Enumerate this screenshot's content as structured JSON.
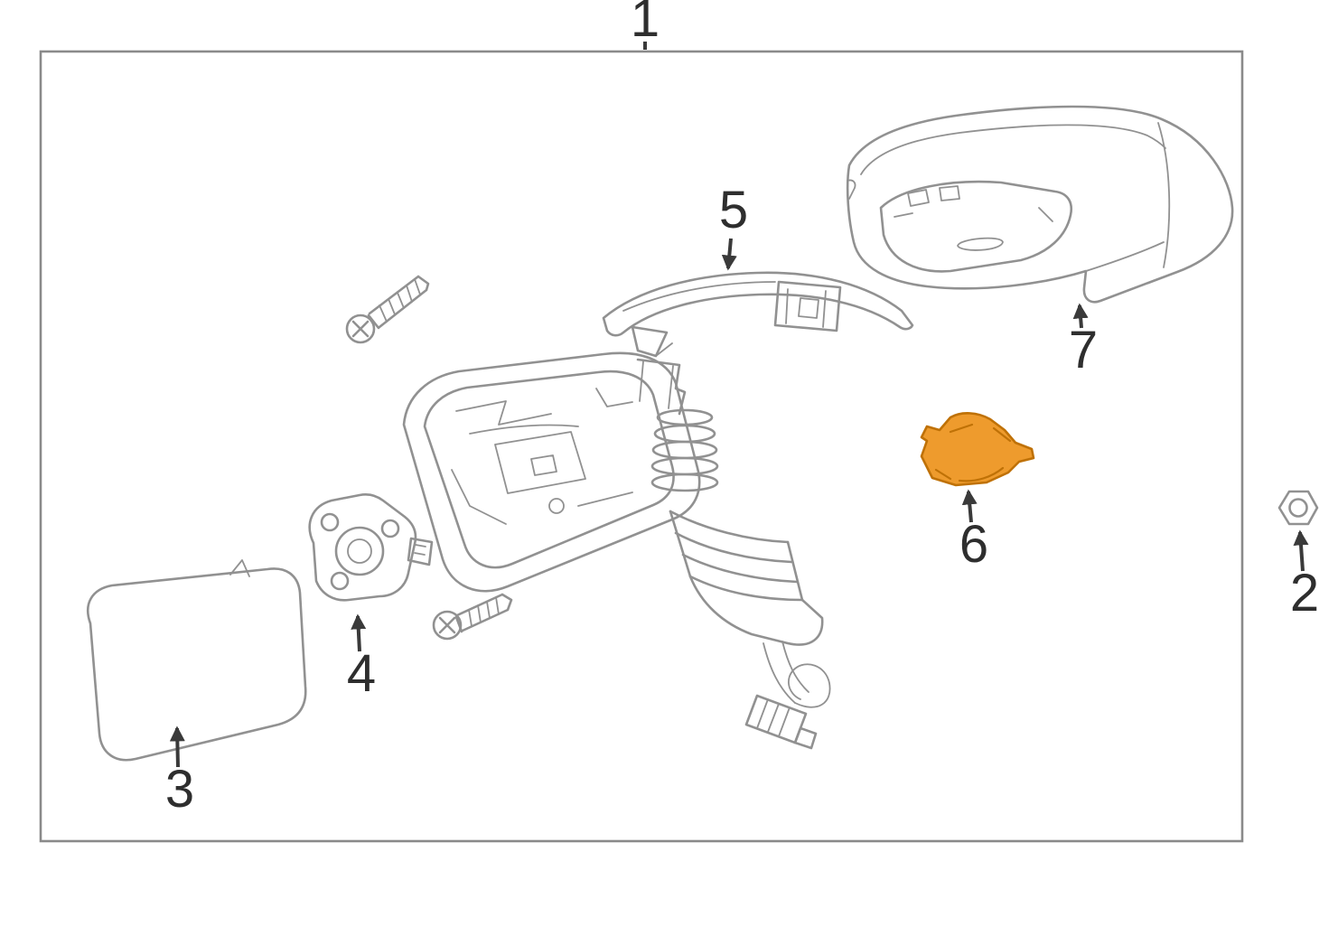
{
  "diagram": {
    "type": "exploded-parts-diagram",
    "subject": "side-mirror-assembly",
    "highlighted_part_label": "6",
    "highlight_color": "#ee9b2d",
    "highlight_stroke": "#bf7106",
    "line_color": "#919191",
    "label_color": "#2e2e2e",
    "background_color": "#ffffff",
    "parts": [
      {
        "label": "1"
      },
      {
        "label": "2"
      },
      {
        "label": "3"
      },
      {
        "label": "4"
      },
      {
        "label": "5"
      },
      {
        "label": "6"
      },
      {
        "label": "7"
      }
    ]
  }
}
